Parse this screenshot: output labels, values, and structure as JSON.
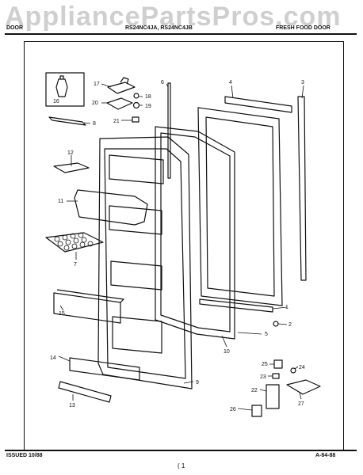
{
  "watermark": "AppliancePartsPros.com",
  "header": {
    "left": "DOOR",
    "middle": "RS24NC4JA, RS24NC4JB",
    "right": "FRESH FOOD DOOR"
  },
  "footer": {
    "issued": "ISSUED 10/88",
    "code": "A-84-88",
    "page": "( 1"
  },
  "part_labels": [
    "1",
    "2",
    "3",
    "4",
    "5",
    "6",
    "7",
    "8",
    "9",
    "10",
    "11",
    "12",
    "13",
    "14",
    "15",
    "16",
    "17",
    "18",
    "19",
    "20",
    "21",
    "22",
    "23",
    "24",
    "25",
    "26",
    "27"
  ]
}
